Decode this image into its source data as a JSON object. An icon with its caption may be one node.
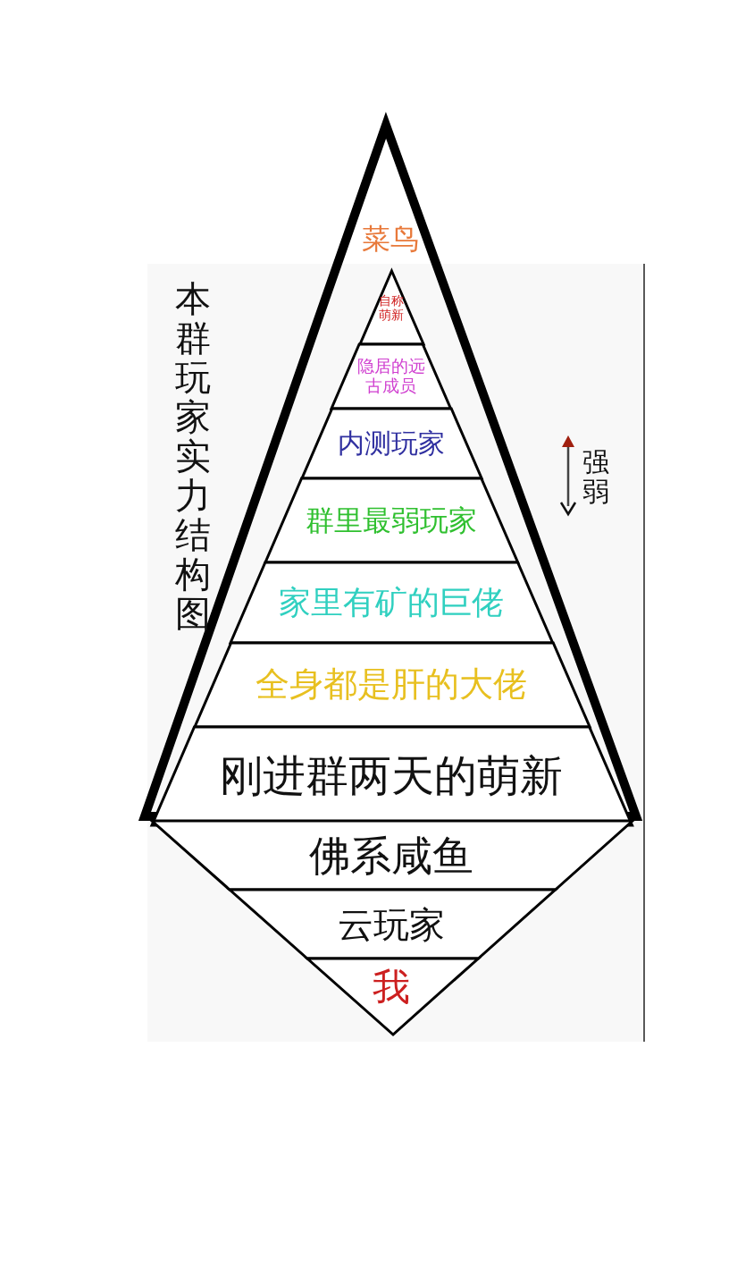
{
  "diagram": {
    "title": "本群玩家实力结构图",
    "nodes": [
      {
        "text": [
          "菜鸟"
        ]
      },
      {
        "text": [
          "自称萌新"
        ],
        "in": 0
      },
      {
        "text": [
          "隐居的远古成员"
        ],
        "in": 0
      },
      {
        "text": [
          "内测玩家"
        ],
        "in": 0
      },
      {
        "text": [
          "群里最弱玩家"
        ],
        "in": 0
      },
      {
        "text": [
          "家里有矿的巨佬"
        ],
        "in": 0
      },
      {
        "text": [
          "全身都是肝的大佬"
        ],
        "in": 0
      },
      {
        "text": [
          "刚进群两天的萌新"
        ],
        "in": 0
      },
      {
        "text": [
          "佛系咸鱼"
        ]
      },
      {
        "text": [
          "云玩家"
        ]
      },
      {
        "text": [
          "我"
        ]
      }
    ],
    "labels": [
      "强弱"
    ]
  }
}
